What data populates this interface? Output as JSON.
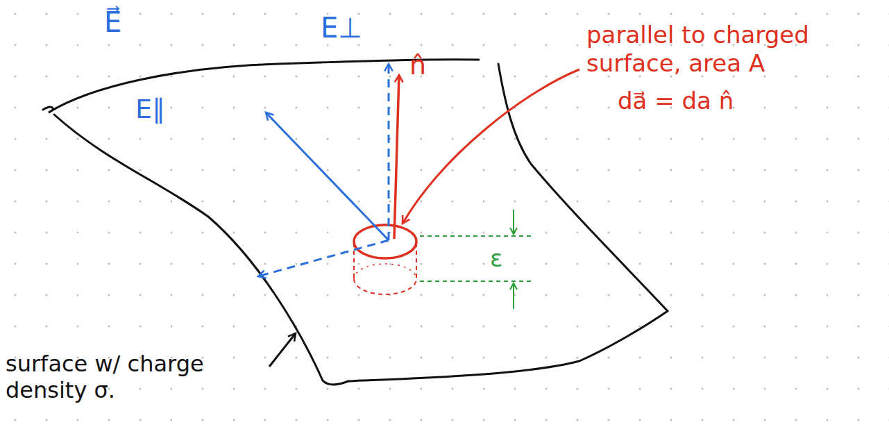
{
  "diagram": {
    "labels": [
      "E⃗",
      "E⊥",
      "n̂",
      "E∥",
      "parallel to charged surface, area A",
      "da⃗ = da n̂",
      "ε",
      "surface w/ charge density σ."
    ]
  }
}
